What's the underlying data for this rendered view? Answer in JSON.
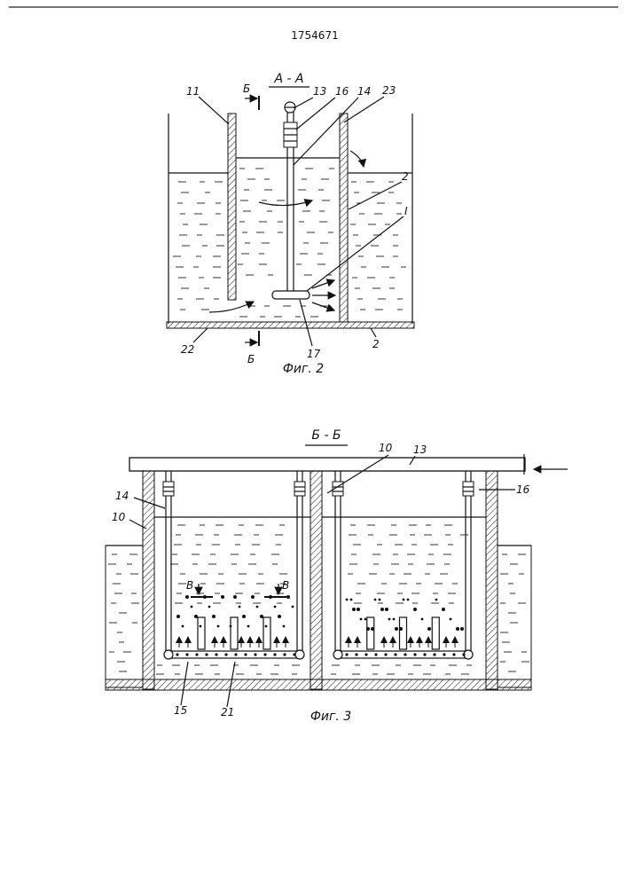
{
  "patent_number": "1754671",
  "fig2": {
    "section_title": "А - А",
    "cut_label": "Б",
    "caption": "Фиг. 2",
    "labels": {
      "l11": "11",
      "l13": "13",
      "l16": "16",
      "l14": "14",
      "l23": "23",
      "l2a": "2",
      "lI": "I",
      "l22": "22",
      "l17": "17",
      "l2b": "2"
    }
  },
  "fig3": {
    "section_title": "Б - Б",
    "caption": "Фиг. 3",
    "cut_label": "В",
    "labels": {
      "l10a": "10",
      "l13": "13",
      "l14": "14",
      "l10b": "10",
      "l16": "16",
      "l15": "15",
      "l21": "21"
    }
  }
}
